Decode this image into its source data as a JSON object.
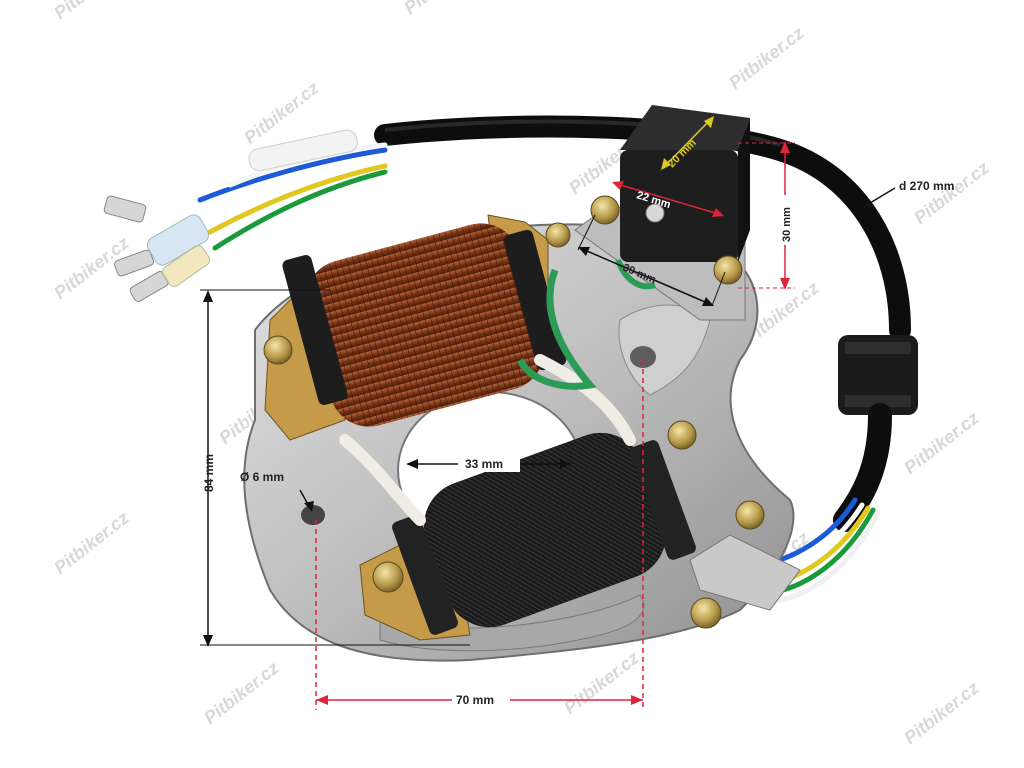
{
  "watermark": "Pitbiker.cz",
  "dimensions": {
    "cable_length": "d 270 mm",
    "pickup_width": "20 mm",
    "pickup_depth": "22 mm",
    "pickup_height": "30 mm",
    "mount_spacing": "30 mm",
    "center_hole": "33 mm",
    "height_total": "84 mm",
    "hole_diameter": "Ø 6 mm",
    "width_total": "70 mm"
  },
  "colors": {
    "dimension_line": "#e0243a",
    "plate": "#b8b8b8",
    "copper_coil": "#8a3e1c",
    "black_coil": "#1c1c1c",
    "cable": "#111111"
  }
}
